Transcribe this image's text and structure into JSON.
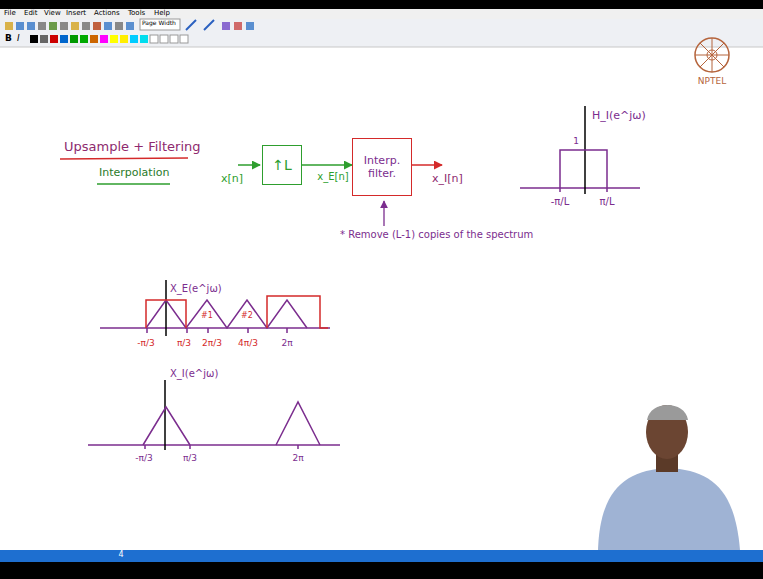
{
  "diagram": {
    "nodes": [
      {
        "text": [
          "↑L"
        ]
      },
      {
        "text": [
          "Interp. filter."
        ]
      }
    ],
    "edges": [
      {
        "from": 0,
        "to": 1,
        "arrow": "to",
        "label": "x_E[n]"
      }
    ],
    "labels": [
      "File",
      "Edit",
      "View",
      "Insert",
      "Actions",
      "Tools",
      "Help",
      "Page Width",
      "NPTEL",
      "Upsample + Filtering",
      "Interpolation",
      "x[n]",
      "x_I[n]",
      "* Remove (L-1) copies of the spectrum",
      "H_I(e^jω)",
      "1",
      "-π/L",
      "π/L",
      "X_E(e^jω)",
      "-π/3",
      "π/3",
      "2π/3",
      "4π/3",
      "2π",
      "#1",
      "#2",
      "X_I(e^jω)",
      "-π/3",
      "π/3",
      "2π",
      "4",
      "B",
      "I"
    ]
  }
}
